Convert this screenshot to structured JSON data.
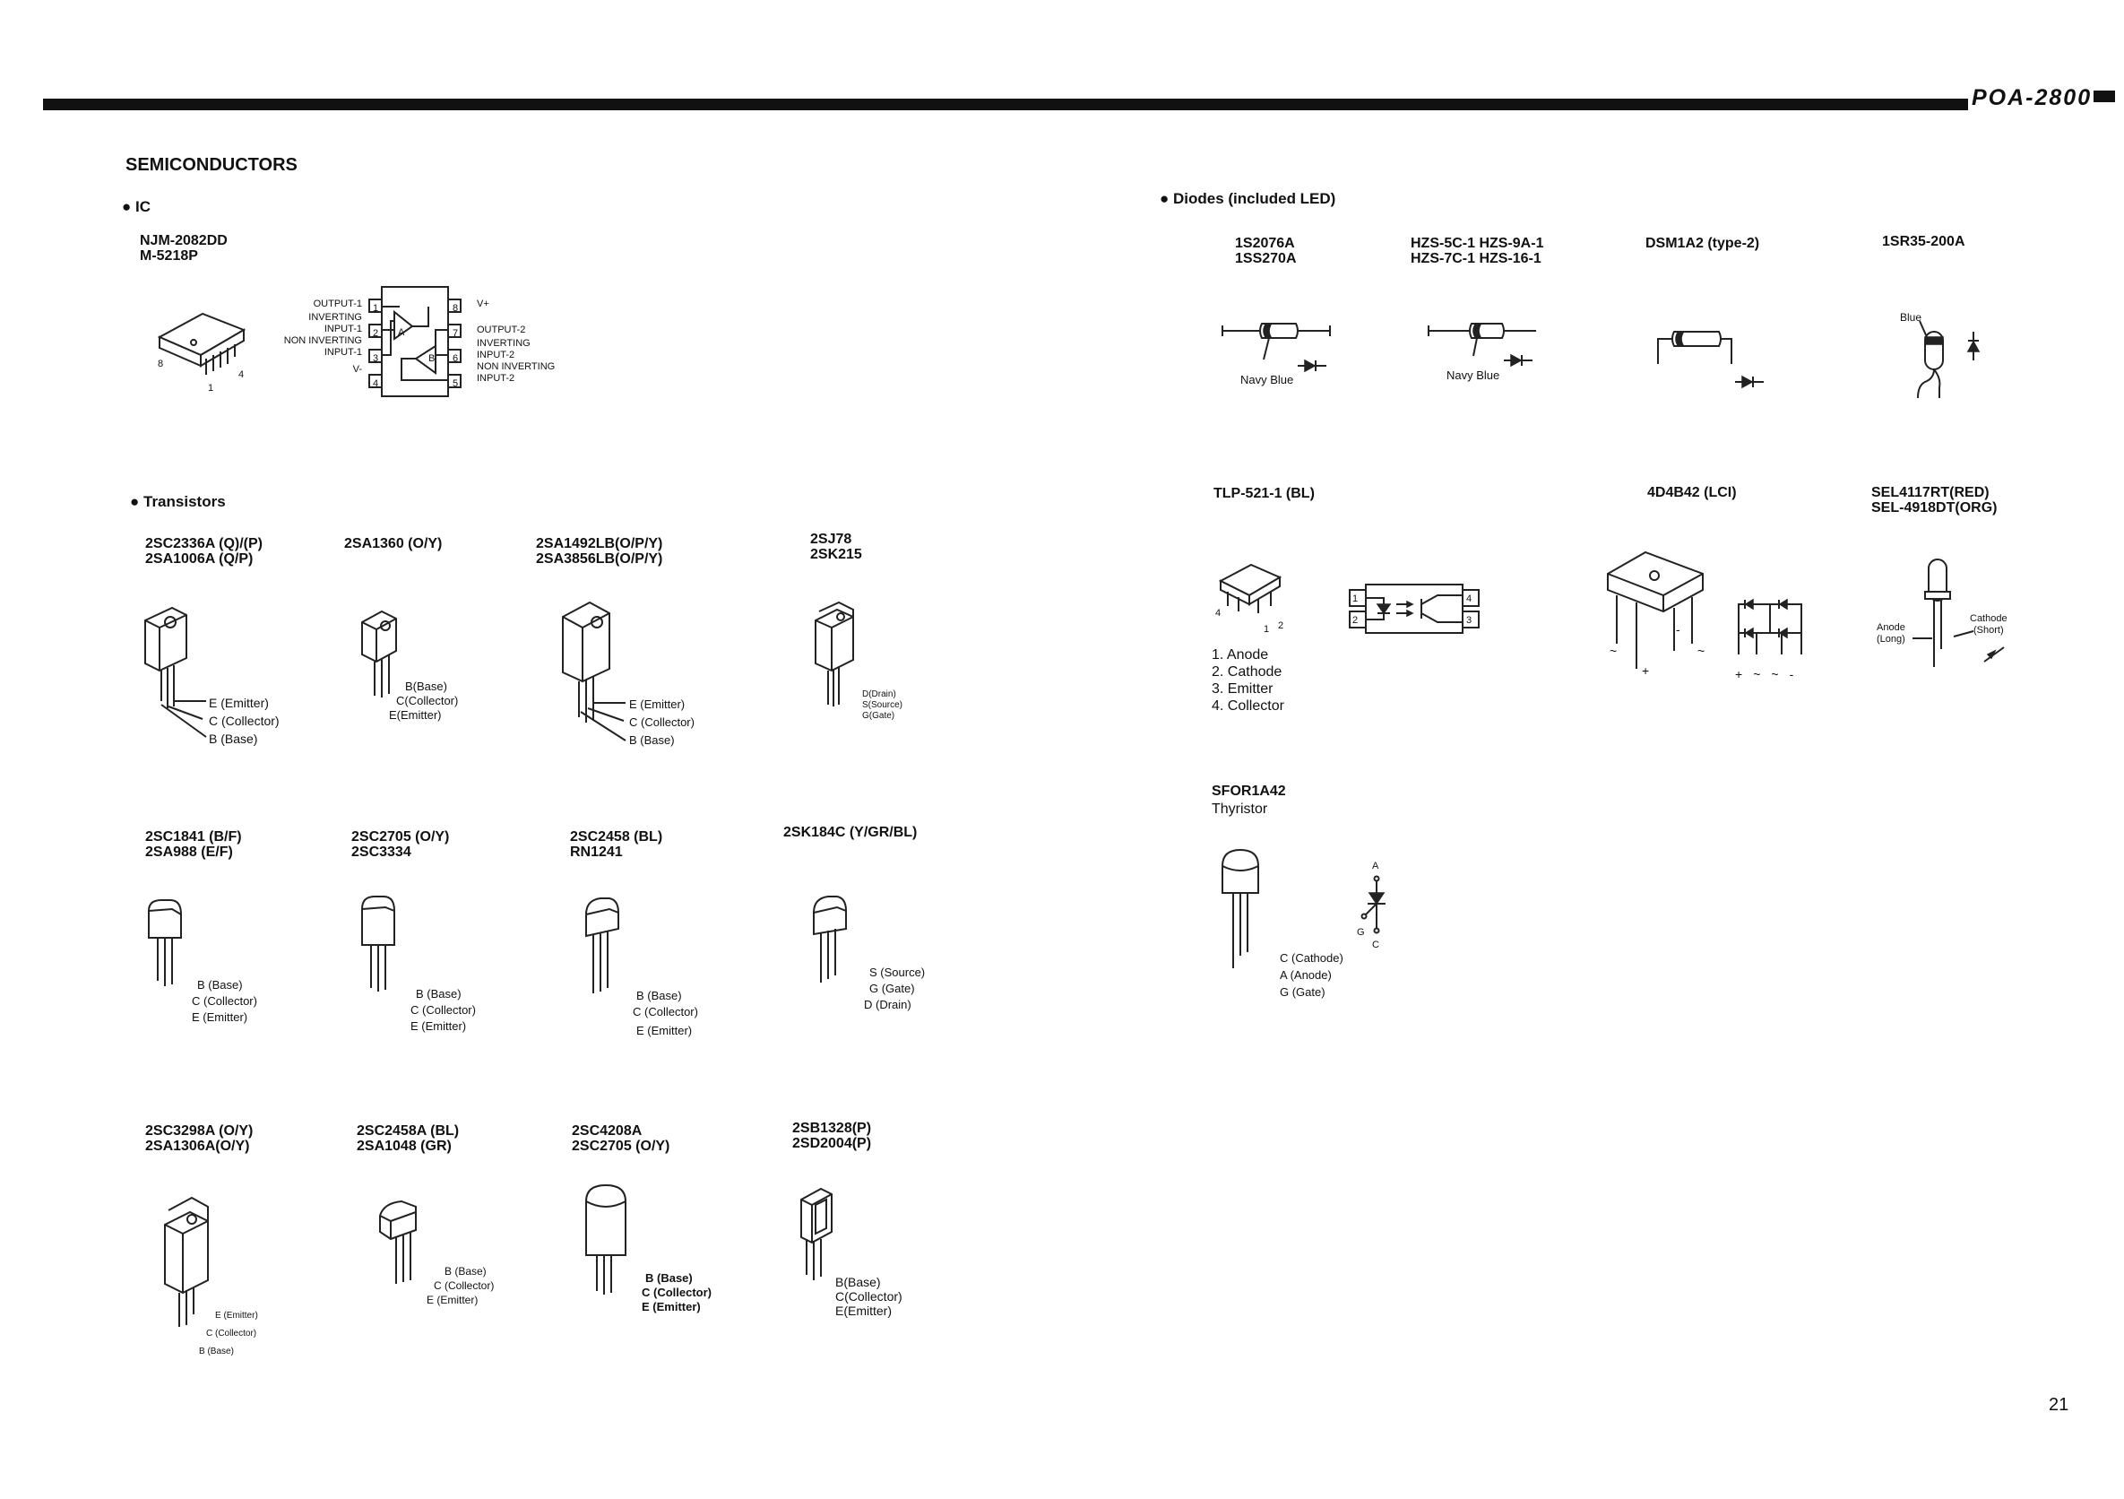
{
  "header": {
    "model": "POA-2800"
  },
  "page_number": "21",
  "title": "SEMICONDUCTORS",
  "ic": {
    "heading": "IC",
    "parts": [
      "NJM-2082DD",
      "M-5218P"
    ],
    "package": {
      "pin8": "8",
      "pin4": "4",
      "pin1": "1"
    },
    "pinout_left": [
      "OUTPUT-1",
      "INVERTING",
      "INPUT-1",
      "NON INVERTING",
      "INPUT-1",
      "V-"
    ],
    "pinout_right": [
      "V+",
      "OUTPUT-2",
      "INVERTING",
      "INPUT-2",
      "NON INVERTING",
      "INPUT-2"
    ],
    "pin_numbers": [
      "1",
      "2",
      "3",
      "4",
      "5",
      "6",
      "7",
      "8"
    ],
    "amps": [
      "A",
      "B"
    ]
  },
  "transistors": {
    "heading": "Transistors",
    "items": [
      {
        "parts": [
          "2SC2336A (Q)/(P)",
          "2SA1006A (Q/P)"
        ],
        "labels": [
          "E (Emitter)",
          "C (Collector)",
          "B (Base)"
        ]
      },
      {
        "parts": [
          "2SA1360 (O/Y)",
          ""
        ],
        "labels": [
          "B(Base)",
          "C(Collector)",
          "E(Emitter)"
        ]
      },
      {
        "parts": [
          "2SA1492LB(O/P/Y)",
          "2SA3856LB(O/P/Y)"
        ],
        "labels": [
          "E (Emitter)",
          "C (Collector)",
          "B (Base)"
        ]
      },
      {
        "parts": [
          "2SJ78",
          "2SK215"
        ],
        "labels": [
          "D(Drain)",
          "S(Source)",
          "G(Gate)"
        ]
      },
      {
        "parts": [
          "2SC1841 (B/F)",
          "2SA988 (E/F)"
        ],
        "labels": [
          "B (Base)",
          "C (Collector)",
          "E (Emitter)"
        ]
      },
      {
        "parts": [
          "2SC2705 (O/Y)",
          "2SC3334"
        ],
        "labels": [
          "B (Base)",
          "C (Collector)",
          "E (Emitter)"
        ]
      },
      {
        "parts": [
          "2SC2458 (BL)",
          "RN1241"
        ],
        "labels": [
          "B (Base)",
          "C (Collector)",
          "E (Emitter)"
        ]
      },
      {
        "parts": [
          "2SK184C (Y/GR/BL)",
          ""
        ],
        "labels": [
          "S (Source)",
          "G (Gate)",
          "D (Drain)"
        ]
      },
      {
        "parts": [
          "2SC3298A (O/Y)",
          "2SA1306A(O/Y)"
        ],
        "labels": [
          "E (Emitter)",
          "C (Collector)",
          "B (Base)"
        ]
      },
      {
        "parts": [
          "2SC2458A (BL)",
          "2SA1048 (GR)"
        ],
        "labels": [
          "B (Base)",
          "C (Collector)",
          "E (Emitter)"
        ]
      },
      {
        "parts": [
          "2SC4208A",
          "2SC2705 (O/Y)"
        ],
        "labels": [
          "B (Base)",
          "C (Collector)",
          "E (Emitter)"
        ]
      },
      {
        "parts": [
          "2SB1328(P)",
          "2SD2004(P)"
        ],
        "labels": [
          "B(Base)",
          "C(Collector)",
          "E(Emitter)"
        ]
      }
    ]
  },
  "diodes": {
    "heading": "Diodes (included LED)",
    "items": [
      {
        "parts": [
          "1S2076A",
          "1SS270A"
        ],
        "note": "Navy Blue"
      },
      {
        "parts": [
          "HZS-5C-1  HZS-9A-1",
          "HZS-7C-1  HZS-16-1"
        ],
        "note": "Navy Blue"
      },
      {
        "parts": [
          "DSM1A2 (type-2)",
          ""
        ],
        "note": ""
      },
      {
        "parts": [
          "1SR35-200A",
          ""
        ],
        "note": "Blue"
      }
    ]
  },
  "photocoupler": {
    "parts": [
      "TLP-521-1 (BL)"
    ],
    "pins": [
      "1. Anode",
      "2. Cathode",
      "3. Emitter",
      "4. Collector"
    ],
    "pkg_pins": [
      "4",
      "1",
      "2"
    ],
    "box_pins": [
      "1",
      "2",
      "3",
      "4"
    ]
  },
  "bridge": {
    "parts": [
      "4D4B42 (LCI)"
    ],
    "signs": [
      "~",
      "~",
      "+",
      "-"
    ],
    "bottom": [
      "+",
      "~",
      "~",
      "-"
    ]
  },
  "led": {
    "parts": [
      "SEL4117RT(RED)",
      "SEL-4918DT(ORG)"
    ],
    "labels": [
      "Anode",
      "(Long)",
      "Cathode",
      "(Short)"
    ]
  },
  "thyristor": {
    "parts": [
      "SFOR1A42",
      "Thyristor"
    ],
    "labels": [
      "C (Cathode)",
      "A (Anode)",
      "G (Gate)"
    ],
    "symbol": [
      "A",
      "G",
      "C"
    ]
  }
}
